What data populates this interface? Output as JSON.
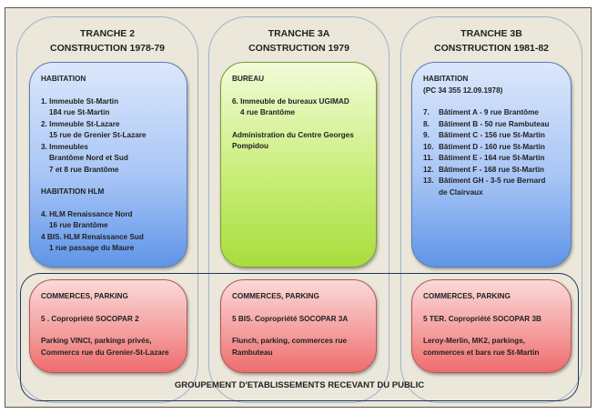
{
  "columns": [
    {
      "title1": "TRANCHE 2",
      "title2": "CONSTRUCTION 1978-79",
      "top": {
        "heading": "HABITATION",
        "lines": [
          "1. Immeuble St-Martin",
          "184 rue St-Martin",
          "2. Immeuble St-Lazare",
          "15 rue de Grenier St-Lazare",
          "3. Immeubles",
          "Brantôme Nord et Sud",
          "7 et 8 rue Brantôme"
        ],
        "heading2": "HABITATION HLM",
        "lines2": [
          "4. HLM Renaissance Nord",
          "16 rue Brantôme",
          "4 BIS. HLM Renaissance Sud",
          "1 rue passage du Maure"
        ]
      },
      "bottom": {
        "heading": "COMMERCES,  PARKING",
        "item": "5 . Copropriété SOCOPAR 2",
        "desc": [
          "Parking VINCI, parkings privés,",
          "Commercs rue du Grenier-St-Lazare"
        ]
      }
    },
    {
      "title1": "TRANCHE 3A",
      "title2": "CONSTRUCTION 1979",
      "top": {
        "heading": "BUREAU",
        "lines": [
          "6. Immeuble de bureaux UGIMAD",
          "4 rue Brantôme"
        ],
        "admin": [
          "Administration du Centre Georges",
          "Pompidou"
        ]
      },
      "bottom": {
        "heading": "COMMERCES, PARKING",
        "item": "5 BIS.  Copropriété SOCOPAR 3A",
        "desc": [
          "Flunch, parking, commerces rue",
          "Rambuteau"
        ]
      }
    },
    {
      "title1": "TRANCHE 3B",
      "title2": "CONSTRUCTION 1981-82",
      "top": {
        "heading": "HABITATION",
        "sub": "(PC 34 355  12.09.1978)",
        "items": [
          [
            "7.",
            "Bâtiment A  - 9 rue Brantôme"
          ],
          [
            "8.",
            "Bâtiment B - 50 rue Rambuteau"
          ],
          [
            "9.",
            "Bâtiment C - 156 rue St-Martin"
          ],
          [
            "10.",
            "Bâtiment D - 160 rue St-Martin"
          ],
          [
            "11.",
            "Bâtiment E - 164 rue St-Martin"
          ],
          [
            "12.",
            "Bâtiment F - 168 rue St-Martin"
          ],
          [
            "13.",
            "Bâtiment GH - 3-5 rue Bernard"
          ]
        ],
        "cont": "de Clairvaux"
      },
      "bottom": {
        "heading": "COMMERCES, PARKING",
        "item": "5 TER.  Copropriété SOCOPAR 3B",
        "desc": [
          "Leroy-Merlin,  MK2, parkings,",
          "commerces  et bars rue St-Martin"
        ]
      }
    }
  ],
  "footer": "GROUPEMENT D'ETABLISSEMENTS RECEVANT DU PUBLIC"
}
